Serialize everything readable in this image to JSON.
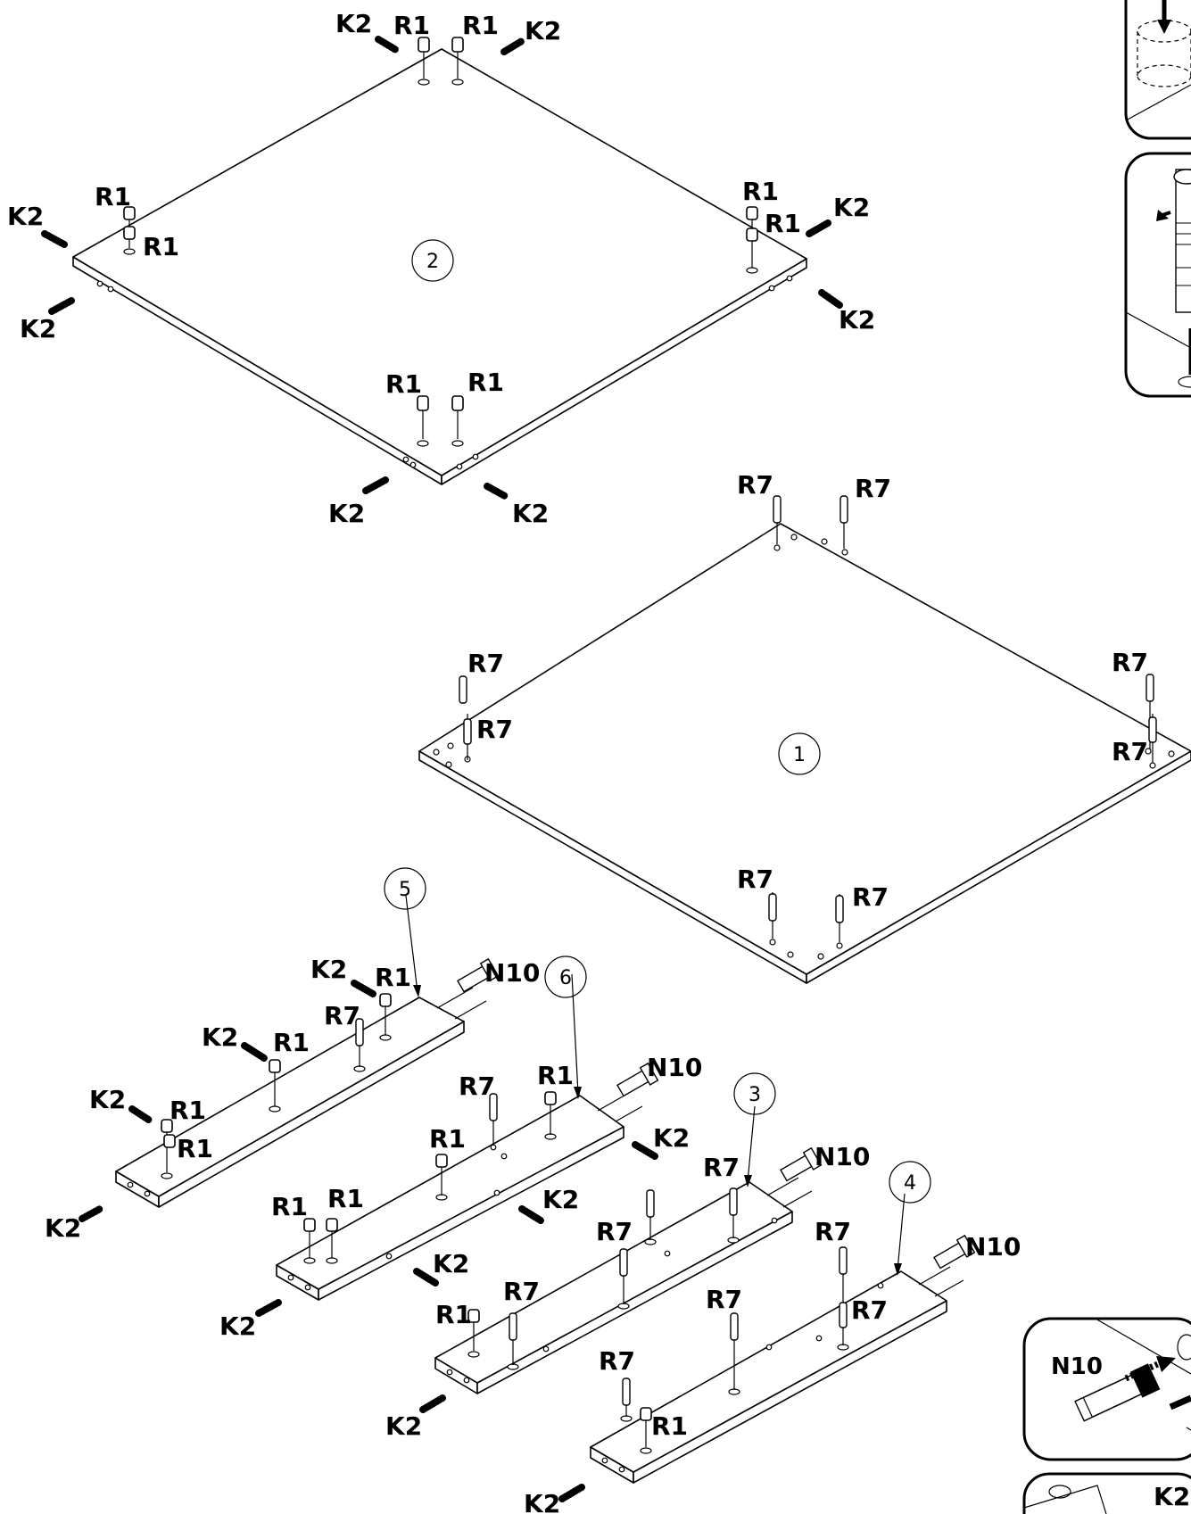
{
  "parts": {
    "p1": "1",
    "p2": "2",
    "p3": "3",
    "p4": "4",
    "p5": "5",
    "p6": "6"
  },
  "hardware": {
    "cam_lock": "R1",
    "cam_bolt": "K2",
    "dowel_pin": "R7",
    "connector": "N10"
  },
  "detail_callouts": {
    "connector_detail": "N10",
    "cam_bolt_detail": "K2"
  }
}
